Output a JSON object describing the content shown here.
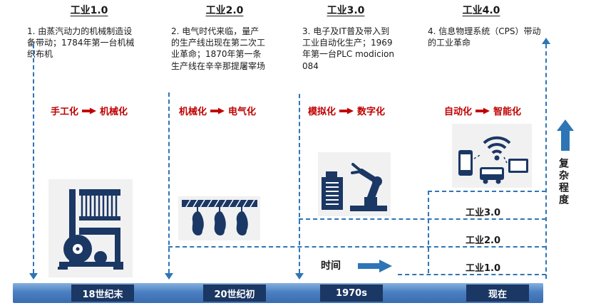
{
  "colors": {
    "navy": "#1b3764",
    "blue": "#2e75b6",
    "red": "#c00000",
    "box_gray": "#f1f1f2"
  },
  "columns": [
    {
      "title": "工业1.0",
      "description": "1. 由蒸汽动力的机械制造设备带动；1784年第一台机械织布机",
      "transition_from": "手工化",
      "transition_to": "机械化",
      "era_label": "18世纪末",
      "icon": "loom-icon"
    },
    {
      "title": "工业2.0",
      "description": "2. 电气时代来临，量产的生产线出现在第二次工业革命；1870年第一条生产线在辛辛那提屠宰场",
      "transition_from": "机械化",
      "transition_to": "电气化",
      "era_label": "20世纪初",
      "icon": "production-line-icon"
    },
    {
      "title": "工业3.0",
      "description": "3. 电子及IT普及带入到工业自动化生产；1969年第一台PLC modicion 084",
      "transition_from": "模拟化",
      "transition_to": "数字化",
      "era_label": "1970s",
      "icon": "robot-arm-icon"
    },
    {
      "title": "工业4.0",
      "description": "4. 信息物理系统（CPS）带动的工业革命",
      "transition_from": "自动化",
      "transition_to": "智能化",
      "era_label": "现在",
      "icon": "smart-devices-icon"
    }
  ],
  "axis": {
    "complexity_label": "复杂程度",
    "time_label": "时间",
    "level_labels": [
      "工业3.0",
      "工业2.0",
      "工业1.0"
    ],
    "complexity_icon": "up-arrow-icon",
    "time_icon": "right-arrow-icon"
  }
}
